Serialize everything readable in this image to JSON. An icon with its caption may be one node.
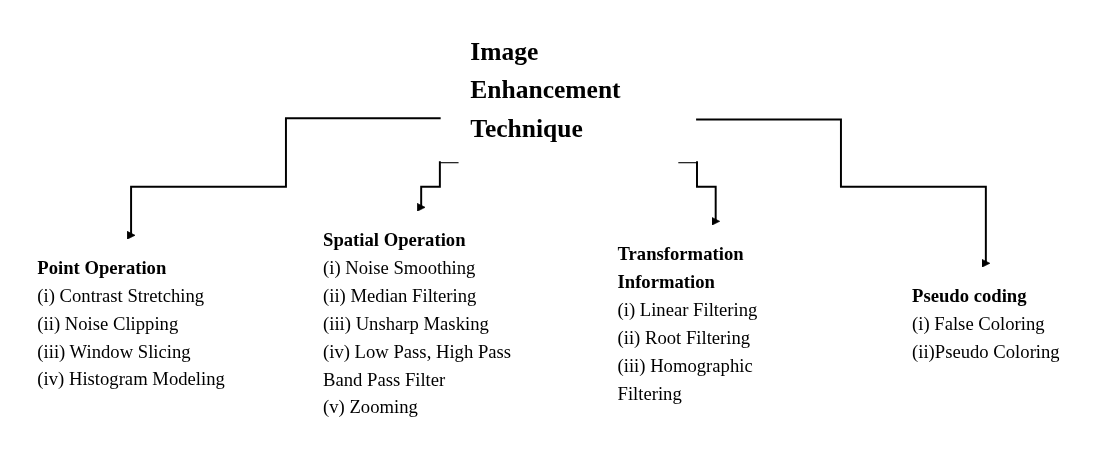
{
  "diagram": {
    "nodes": [
      {
        "text": [
          "Image Enhancement Technique"
        ]
      },
      {
        "text": [
          "Point Operation"
        ],
        "beside": [
          "(i) Contrast Stretching",
          "(ii) Noise Clipping",
          "(iii) Window Slicing",
          "(iv) Histogram Modeling"
        ]
      },
      {
        "text": [
          "Spatial Operation"
        ],
        "beside": [
          "(i) Noise Smoothing",
          "(ii) Median Filtering",
          "(iii) Unsharp Masking",
          "(iv) Low Pass, High Pass Band Pass Filter",
          "(v) Zooming"
        ]
      },
      {
        "text": [
          "Transformation Information"
        ],
        "beside": [
          "(i) Linear Filtering",
          "(ii) Root Filtering",
          "(iii) Homographic Filtering"
        ]
      },
      {
        "text": [
          "Pseudo coding"
        ],
        "beside": [
          "(i) False Coloring",
          "(ii)Pseudo Coloring"
        ]
      }
    ],
    "edges": [
      {
        "from": 0,
        "to": 1,
        "arrow": "to"
      },
      {
        "from": 0,
        "to": 2,
        "arrow": "to"
      },
      {
        "from": 0,
        "to": 3,
        "arrow": "to"
      },
      {
        "from": 0,
        "to": 4,
        "arrow": "to"
      }
    ]
  }
}
